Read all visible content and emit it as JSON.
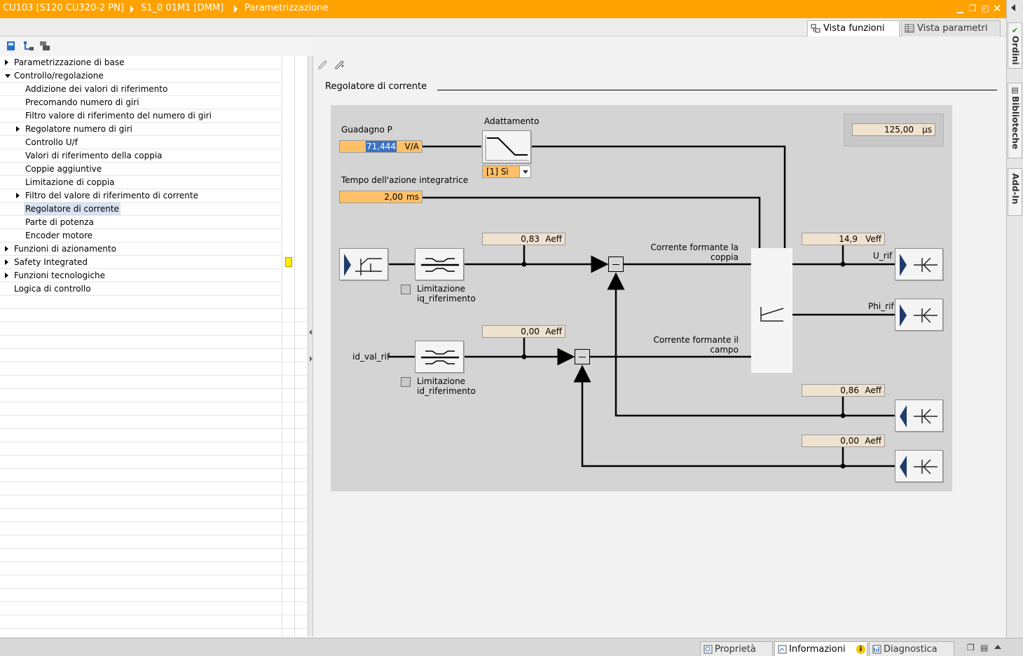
{
  "titlebar": {
    "crumb1": "CU103 [S120 CU320-2 PN]",
    "crumb2": "S1_0 01M1 [DMM]",
    "crumb3": "Parametrizzazione"
  },
  "view_tabs": {
    "functions": "Vista funzioni",
    "parameters": "Vista parametri"
  },
  "side_tabs": {
    "orders": "Ordini",
    "libraries": "Biblioteche",
    "addin": "Add-In"
  },
  "tree": {
    "items": [
      {
        "label": "Parametrizzazione di base",
        "level": 0,
        "arrow": "right"
      },
      {
        "label": "Controllo/regolazione",
        "level": 0,
        "arrow": "down"
      },
      {
        "label": "Addizione dei valori di riferimento",
        "level": 1,
        "arrow": "none"
      },
      {
        "label": "Precomando numero di giri",
        "level": 1,
        "arrow": "none"
      },
      {
        "label": "Filtro valore di riferimento del numero di giri",
        "level": 1,
        "arrow": "none"
      },
      {
        "label": "Regolatore numero di giri",
        "level": 1,
        "arrow": "right"
      },
      {
        "label": "Controllo U/f",
        "level": 1,
        "arrow": "none"
      },
      {
        "label": "Valori di riferimento della coppia",
        "level": 1,
        "arrow": "none"
      },
      {
        "label": "Coppie aggiuntive",
        "level": 1,
        "arrow": "none"
      },
      {
        "label": "Limitazione di coppia",
        "level": 1,
        "arrow": "none"
      },
      {
        "label": "Filtro del valore di riferimento di corrente",
        "level": 1,
        "arrow": "right"
      },
      {
        "label": "Regolatore di corrente",
        "level": 1,
        "arrow": "none",
        "selected": true
      },
      {
        "label": "Parte di potenza",
        "level": 1,
        "arrow": "none"
      },
      {
        "label": "Encoder motore",
        "level": 1,
        "arrow": "none"
      },
      {
        "label": "Funzioni di azionamento",
        "level": 0,
        "arrow": "right"
      },
      {
        "label": "Safety Integrated",
        "level": 0,
        "arrow": "right",
        "flag": "#ffee00"
      },
      {
        "label": "Funzioni tecnologiche",
        "level": 0,
        "arrow": "right"
      },
      {
        "label": "Logica di controllo",
        "level": 0,
        "arrow": "none"
      }
    ]
  },
  "section": {
    "title": "Regolatore di corrente"
  },
  "diagram": {
    "p_gain": {
      "label": "Guadagno P",
      "value": "71,444",
      "unit": "V/A"
    },
    "adaptation": {
      "label": "Adattamento",
      "value": "[1] Sì"
    },
    "integral_time": {
      "label": "Tempo dell'azione integratrice",
      "value": "2,00",
      "unit": "ms"
    },
    "sample_time": {
      "value": "125,00",
      "unit": "µs"
    },
    "iq_actual": {
      "value": "0,83",
      "unit": "Aeff"
    },
    "id_actual": {
      "value": "0,00",
      "unit": "Aeff"
    },
    "voltage": {
      "value": "14,9",
      "unit": "Veff"
    },
    "iq_feedback": {
      "value": "0,86",
      "unit": "Aeff"
    },
    "id_feedback": {
      "value": "0,00",
      "unit": "Aeff"
    },
    "iq_limit": {
      "line1": "Limitazione",
      "line2": "iq_riferimento"
    },
    "id_limit": {
      "line1": "Limitazione",
      "line2": "id_riferimento"
    },
    "torque_current": {
      "line1": "Corrente formante la",
      "line2": "coppia"
    },
    "field_current": {
      "line1": "Corrente formante il",
      "line2": "campo"
    },
    "id_input": "id_val_rif",
    "u_ref": "U_rif",
    "phi_ref": "Phi_rif"
  },
  "statusbar": {
    "properties": "Proprietà",
    "info": "Informazioni",
    "diagnostics": "Diagnostica"
  },
  "colors": {
    "accent": "#ffa200",
    "input_field": "#ffc068",
    "readout_field": "#efe2ce",
    "diagram_bg": "#d4d4d4"
  }
}
